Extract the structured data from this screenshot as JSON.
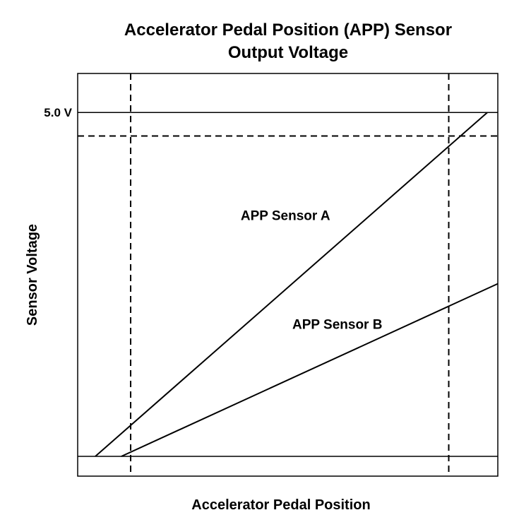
{
  "chart_data": {
    "type": "line",
    "title_line1": "Accelerator Pedal Position (APP) Sensor",
    "title_line2": "Output Voltage",
    "xlabel": "Accelerator Pedal Position",
    "ylabel": "Sensor Voltage",
    "xlim": [
      0,
      1
    ],
    "ylim": [
      0,
      1
    ],
    "y_ticks": [
      {
        "value": 0.9434,
        "label": "5.0 V"
      }
    ],
    "series": [
      {
        "name": "APP Sensor A",
        "x": [
          0.042,
          0.975
        ],
        "y": [
          0.0,
          0.9434
        ]
      },
      {
        "name": "APP Sensor B",
        "x": [
          0.104,
          1.0
        ],
        "y": [
          0.0,
          0.4736
        ]
      }
    ],
    "reference_lines": [
      {
        "axis": "y",
        "value": 0.0,
        "style": "solid"
      },
      {
        "axis": "y",
        "value": 0.9434,
        "style": "solid"
      },
      {
        "axis": "y",
        "value": 0.8788,
        "style": "dashed"
      },
      {
        "axis": "x",
        "value": 0.1261,
        "style": "dashed"
      },
      {
        "axis": "x",
        "value": 0.8832,
        "style": "dashed"
      }
    ],
    "annotations": [
      {
        "text": "APP Sensor A",
        "x": 0.388,
        "y": 0.648
      },
      {
        "text": "APP Sensor B",
        "x": 0.511,
        "y": 0.35
      }
    ],
    "grid": false
  }
}
